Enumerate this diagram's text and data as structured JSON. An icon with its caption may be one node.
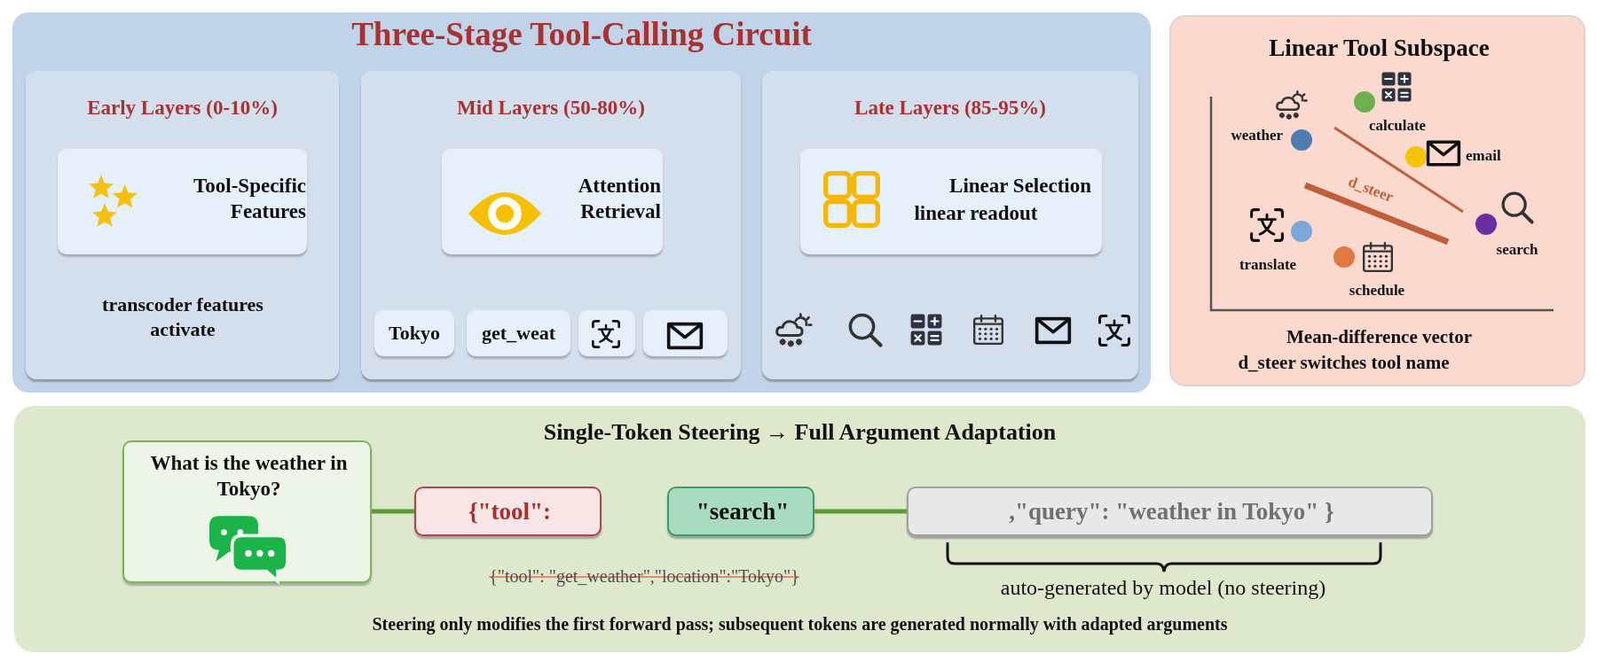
{
  "diagram": {
    "nodes": [
      {
        "text": [
          "Three-Stage Tool-Calling Circuit"
        ]
      },
      {
        "text": [
          "Early Layers (0-10%)",
          "transcoder features activate"
        ],
        "in": 0
      },
      {
        "text": [
          "Tool-Specific Features"
        ],
        "in": 1
      },
      {
        "text": [
          "Mid Layers (50-80%)"
        ],
        "in": 0
      },
      {
        "text": [
          "Attention Retrieval"
        ],
        "in": 3
      },
      {
        "text": [
          "Tokyo"
        ],
        "in": 3
      },
      {
        "text": [
          "get_weat"
        ],
        "in": 3
      },
      {
        "text": [],
        "shape": "box",
        "in": 3
      },
      {
        "text": [],
        "shape": "box",
        "in": 3
      },
      {
        "text": [
          "Late Layers (85-95%)"
        ],
        "in": 0
      },
      {
        "text": [
          "Linear Selection",
          "linear readout"
        ],
        "in": 9
      },
      {
        "text": [
          "Linear Tool Subspace",
          "Mean-difference vector",
          "d_steer switches tool name"
        ]
      },
      {
        "text": [
          "Single-Token Steering → Full Argument Adaptation",
          "Steering only modifies the first forward pass; subsequent tokens are generated normally with adapted arguments"
        ]
      },
      {
        "text": [
          "What is the weather in Tokyo?"
        ],
        "in": 12
      },
      {
        "text": [
          "{\"tool\":"
        ],
        "in": 12
      },
      {
        "text": [
          "\"search\""
        ],
        "in": 12
      },
      {
        "text": [
          ",\"query\": \"weather in Tokyo\" }"
        ],
        "in": 12
      }
    ],
    "edges": [
      {
        "from": 13,
        "to": 14,
        "arrow": "none"
      },
      {
        "from": 15,
        "to": 16,
        "arrow": "none"
      }
    ],
    "labels": [
      "weather",
      "calculate",
      "email",
      "d_steer",
      "translate",
      "search",
      "schedule",
      "{\"tool\": \"get_weather\",\"location\":\"Tokyo\"}",
      "auto-generated by model (no steering)"
    ]
  }
}
